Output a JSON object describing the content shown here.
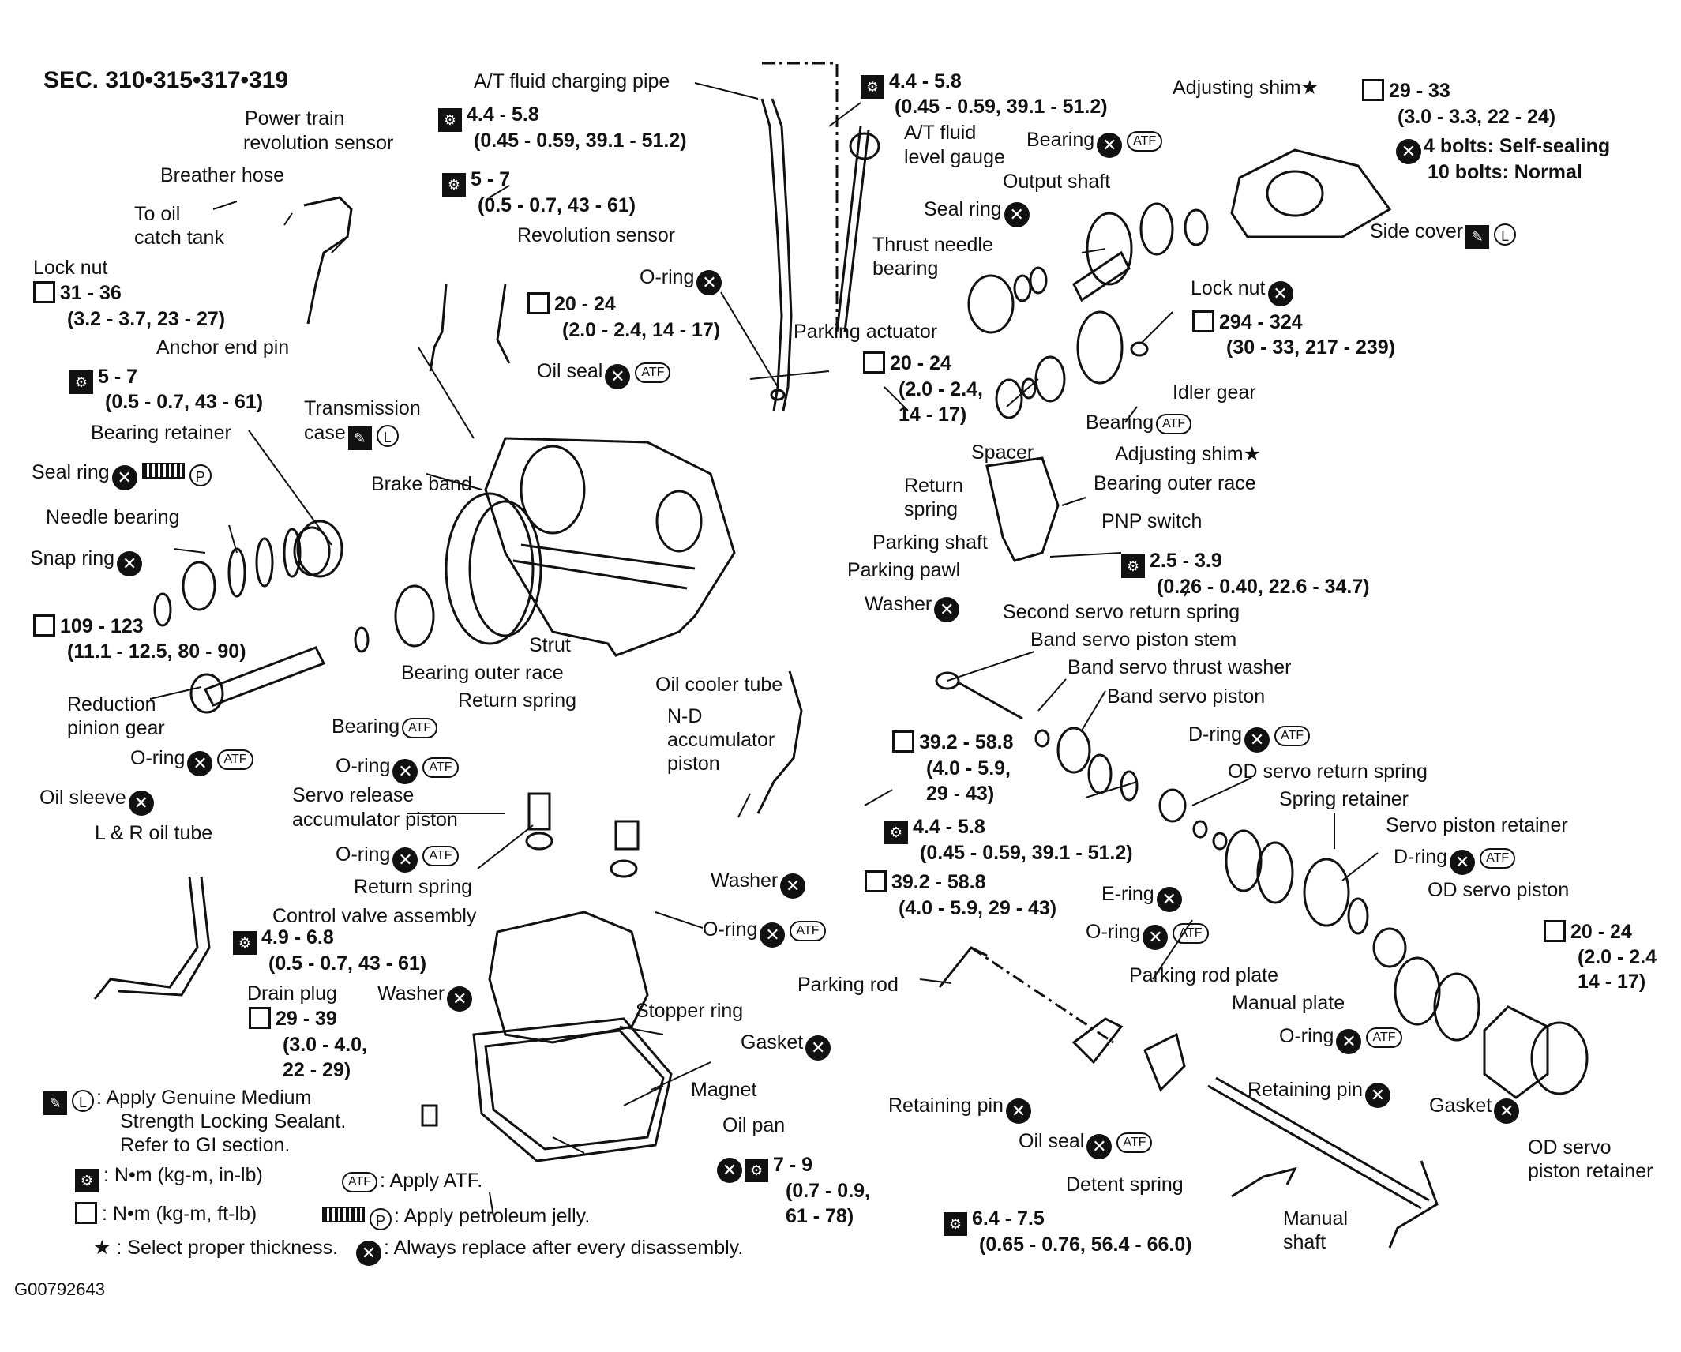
{
  "header": {
    "section": "SEC. 310•315•317•319"
  },
  "footer": {
    "code": "G00792643"
  },
  "symbols": {
    "atf": "ATF",
    "locking": "L",
    "jelly": "P",
    "replace": "✕",
    "star": "★"
  },
  "legend": {
    "sealant": ": Apply Genuine Medium",
    "sealant2": "Strength Locking Sealant.",
    "sealant3": "Refer to GI section.",
    "nm_inlb": ": N•m (kg-m, in-lb)",
    "nm_ftlb": ": N•m (kg-m, ft-lb)",
    "select": ": Select proper thickness.",
    "atf": ": Apply ATF.",
    "jelly": ": Apply petroleum jelly.",
    "replace": ": Always replace after every disassembly."
  },
  "labels": {
    "fluid_pipe": "A/T fluid charging pipe",
    "t_fluid_pipe_1": "4.4 - 5.8",
    "t_fluid_pipe_2": "(0.45 - 0.59, 39.1 - 51.2)",
    "t_gauge_1": "4.4 - 5.8",
    "t_gauge_2": "(0.45 - 0.59, 39.1 - 51.2)",
    "level_gauge_1": "A/T fluid",
    "level_gauge_2": "level gauge",
    "adjusting_shim_top": "Adjusting shim",
    "t_side_1": "29 - 33",
    "t_side_2": "(3.0 - 3.3, 22 - 24)",
    "bolts_1": "4 bolts: Self-sealing",
    "bolts_2": "10 bolts: Normal",
    "bearing_top": "Bearing",
    "output_shaft": "Output shaft",
    "seal_ring_top": "Seal ring",
    "thrust_1": "Thrust needle",
    "thrust_2": "bearing",
    "side_cover": "Side cover",
    "power_train_1": "Power train",
    "power_train_2": "revolution sensor",
    "t_pt_1": "5 - 7",
    "t_pt_2": "(0.5 - 0.7, 43 - 61)",
    "breather": "Breather hose",
    "oil_catch_1": "To oil",
    "oil_catch_2": "catch tank",
    "rev_sensor": "Revolution sensor",
    "o_ring_pipe": "O-ring",
    "lock_nut_l": "Lock nut",
    "t_lock_1": "31 - 36",
    "t_lock_2": "(3.2 - 3.7, 23 - 27)",
    "t_rev_1": "20 - 24",
    "t_rev_2": "(2.0 - 2.4, 14 - 17)",
    "anchor": "Anchor end pin",
    "lock_nut_r": "Lock nut",
    "t_lockr_1": "294 - 324",
    "t_lockr_2": "(30 - 33, 217 - 239)",
    "parking_actuator": "Parking actuator",
    "t_anchor_1": "5 - 7",
    "t_anchor_2": "(0.5 - 0.7, 43 - 61)",
    "oil_seal_top": "Oil seal",
    "t_park_1": "20 - 24",
    "t_park_2": "(2.0 - 2.4,",
    "t_park_3": "14 - 17)",
    "idler": "Idler gear",
    "trans_case_1": "Transmission",
    "trans_case_2": "case",
    "bearing_idler": "Bearing",
    "bearing_retainer": "Bearing retainer",
    "adj_shim_mid": "Adjusting shim",
    "spacer": "Spacer",
    "seal_ring_l": "Seal ring",
    "brake_band": "Brake band",
    "return_spring_1": "Return",
    "return_spring_2": "spring",
    "bearing_outer_r": "Bearing outer race",
    "needle_bearing": "Needle bearing",
    "pnp": "PNP switch",
    "parking_shaft": "Parking shaft",
    "snap_ring": "Snap ring",
    "t_pnp_1": "2.5 - 3.9",
    "t_pnp_2": "(0.26 - 0.40, 22.6 - 34.7)",
    "parking_pawl": "Parking pawl",
    "washer_mid": "Washer",
    "second_servo": "Second servo return spring",
    "t_red_1": "109 - 123",
    "t_red_2": "(11.1 - 12.5, 80 - 90)",
    "strut": "Strut",
    "band_stem": "Band servo piston stem",
    "bearing_outer_l": "Bearing outer race",
    "band_thrust": "Band servo thrust washer",
    "red_pinion_1": "Reduction",
    "red_pinion_2": "pinion gear",
    "oil_cooler": "Oil cooler tube",
    "band_piston": "Band servo piston",
    "return_spring_mid": "Return spring",
    "bearing_red": "Bearing",
    "nd_1": "N-D",
    "nd_2": "accumulator",
    "nd_3": "piston",
    "d_ring_1": "D-ring",
    "o_ring_red": "O-ring",
    "t_cool_1": "39.2 - 58.8",
    "t_cool_2": "(4.0 - 5.9,",
    "t_cool_3": "29 - 43)",
    "od_return": "OD servo return spring",
    "o_ring_sr": "O-ring",
    "oil_sleeve": "Oil sleeve",
    "servo_rel_1": "Servo release",
    "servo_rel_2": "accumulator piston",
    "spring_ret": "Spring retainer",
    "lr_tube": "L & R oil tube",
    "t_cool2_1": "4.4 - 5.8",
    "t_cool2_2": "(0.45 - 0.59, 39.1 - 51.2)",
    "servo_piston_ret": "Servo piston retainer",
    "o_ring_low": "O-ring",
    "d_ring_2": "D-ring",
    "return_spring_low": "Return spring",
    "washer_low": "Washer",
    "t_cool3_1": "39.2 - 58.8",
    "t_cool3_2": "(4.0 - 5.9, 29 - 43)",
    "e_ring": "E-ring",
    "od_piston": "OD servo piston",
    "cva": "Control valve assembly",
    "o_ring_nd": "O-ring",
    "o_ring_od": "O-ring",
    "t_od_1": "20 - 24",
    "t_od_2": "(2.0 - 2.4",
    "t_od_3": "14 - 17)",
    "t_cv_1": "4.9 - 6.8",
    "t_cv_2": "(0.5 - 0.7, 43 - 61)",
    "drain_plug": "Drain plug",
    "washer_drain": "Washer",
    "stopper": "Stopper ring",
    "parking_rod": "Parking rod",
    "parking_rod_plate": "Parking rod plate",
    "t_drain_1": "29 - 39",
    "t_drain_2": "(3.0 - 4.0,",
    "t_drain_3": "22 - 29)",
    "gasket_pan": "Gasket",
    "manual_plate": "Manual plate",
    "o_ring_od2": "O-ring",
    "magnet": "Magnet",
    "retaining_pin_l": "Retaining pin",
    "retaining_pin_r": "Retaining pin",
    "gasket_od": "Gasket",
    "oil_pan": "Oil pan",
    "oil_seal_low": "Oil seal",
    "od_ret_1": "OD servo",
    "od_ret_2": "piston retainer",
    "t_pan_1": "7 - 9",
    "t_pan_2": "(0.7 - 0.9,",
    "t_pan_3": "61 - 78)",
    "detent": "Detent spring",
    "t_detent_1": "6.4 - 7.5",
    "t_detent_2": "(0.65 - 0.76, 56.4 - 66.0)",
    "manual_shaft_1": "Manual",
    "manual_shaft_2": "shaft"
  }
}
